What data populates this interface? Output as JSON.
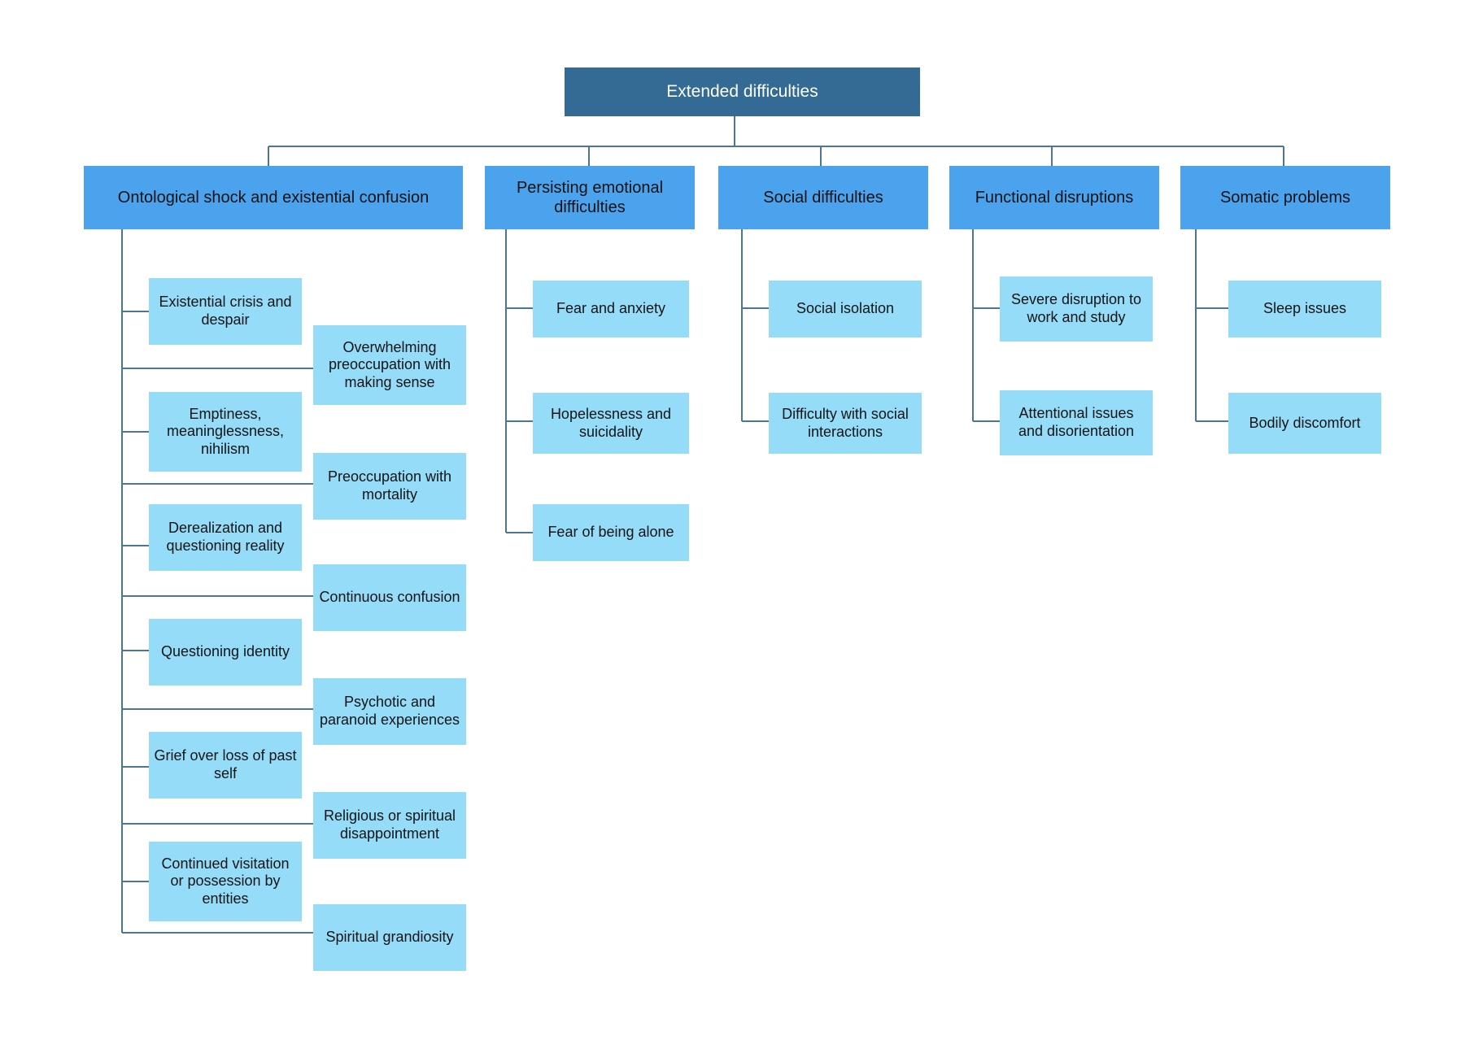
{
  "diagram": {
    "type": "hierarchy-tree",
    "title": "Extended difficulties",
    "root": {
      "label": "Extended difficulties"
    },
    "categories": [
      {
        "id": "ontological",
        "label": "Ontological shock and existential confusion",
        "children": [
          {
            "label": "Existential crisis and despair"
          },
          {
            "label": "Overwhelming preoccupation with making sense"
          },
          {
            "label": "Emptiness, meaninglessness, nihilism"
          },
          {
            "label": "Preoccupation with mortality"
          },
          {
            "label": "Derealization and questioning reality"
          },
          {
            "label": "Continuous confusion"
          },
          {
            "label": "Questioning identity"
          },
          {
            "label": "Psychotic and paranoid experiences"
          },
          {
            "label": "Grief over loss of past self"
          },
          {
            "label": "Religious or spiritual disappointment"
          },
          {
            "label": "Continued visitation or possession by entities"
          },
          {
            "label": "Spiritual grandiosity"
          }
        ]
      },
      {
        "id": "emotional",
        "label": "Persisting emotional difficulties",
        "children": [
          {
            "label": "Fear and anxiety"
          },
          {
            "label": "Hopelessness and suicidality"
          },
          {
            "label": "Fear of being alone"
          }
        ]
      },
      {
        "id": "social",
        "label": "Social difficulties",
        "children": [
          {
            "label": "Social isolation"
          },
          {
            "label": "Difficulty with social interactions"
          }
        ]
      },
      {
        "id": "functional",
        "label": "Functional disruptions",
        "children": [
          {
            "label": "Severe disruption to work and study"
          },
          {
            "label": "Attentional issues and disorientation"
          }
        ]
      },
      {
        "id": "somatic",
        "label": "Somatic problems",
        "children": [
          {
            "label": "Sleep issues"
          },
          {
            "label": "Bodily discomfort"
          }
        ]
      }
    ],
    "colors": {
      "root_fill": "#336B94",
      "root_text": "#FFFFFF",
      "category_fill": "#4BA3EE",
      "leaf_fill": "#94DCF8",
      "connector": "#4A7894",
      "background": "#FFFFFF"
    }
  }
}
